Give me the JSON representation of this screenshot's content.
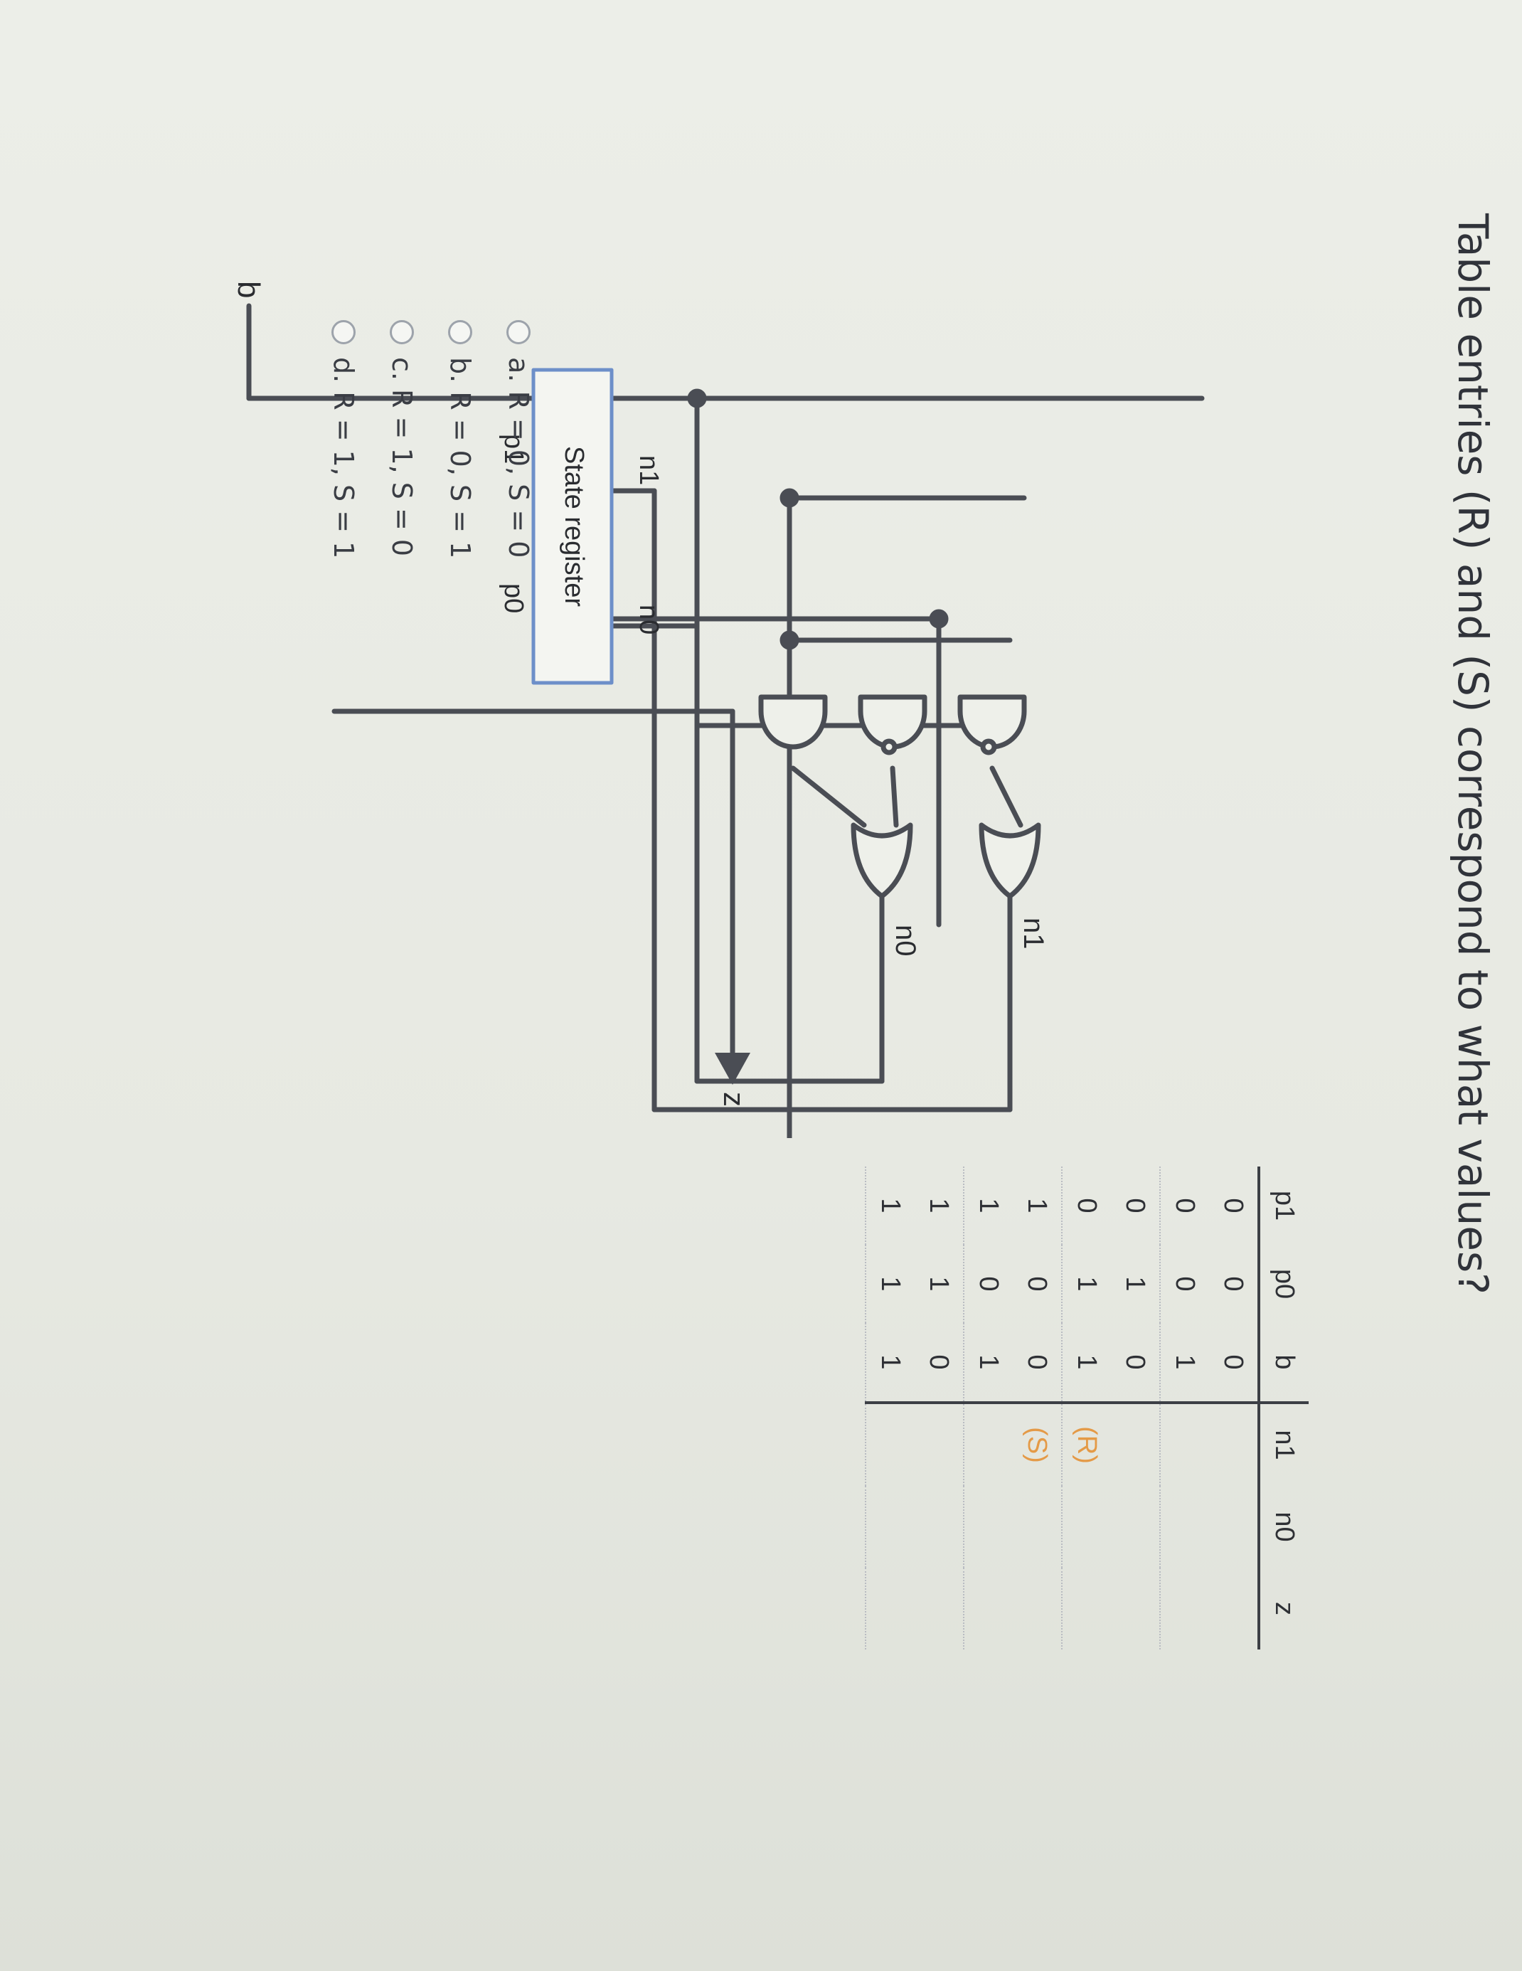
{
  "question": "Table entries (R) and (S) correspond to what values?",
  "circuit": {
    "input_label": "b",
    "output_label": "z",
    "register_label": "State register",
    "register_outputs": [
      "p1",
      "p0"
    ],
    "register_inputs": [
      "n1",
      "n0"
    ],
    "next_state_labels": [
      "n1",
      "n0"
    ]
  },
  "truth_table": {
    "headers": [
      "p1",
      "p0",
      "b",
      "n1",
      "n0",
      "z"
    ],
    "rows": [
      [
        "0",
        "0",
        "0",
        "",
        "",
        ""
      ],
      [
        "0",
        "0",
        "1",
        "",
        "",
        ""
      ],
      [
        "0",
        "1",
        "0",
        "",
        "",
        ""
      ],
      [
        "0",
        "1",
        "1",
        "(R)",
        "",
        ""
      ],
      [
        "1",
        "0",
        "0",
        "(S)",
        "",
        ""
      ],
      [
        "1",
        "0",
        "1",
        "",
        "",
        ""
      ],
      [
        "1",
        "1",
        "0",
        "",
        "",
        ""
      ],
      [
        "1",
        "1",
        "1",
        "",
        "",
        ""
      ]
    ]
  },
  "options": [
    {
      "label": "a. R = 0, S = 0"
    },
    {
      "label": "b. R = 0, S = 1"
    },
    {
      "label": "c. R = 1, S = 0"
    },
    {
      "label": "d. R = 1, S = 1"
    }
  ],
  "colors": {
    "highlight": "#e49a47",
    "register_border": "#6d8fc9"
  }
}
